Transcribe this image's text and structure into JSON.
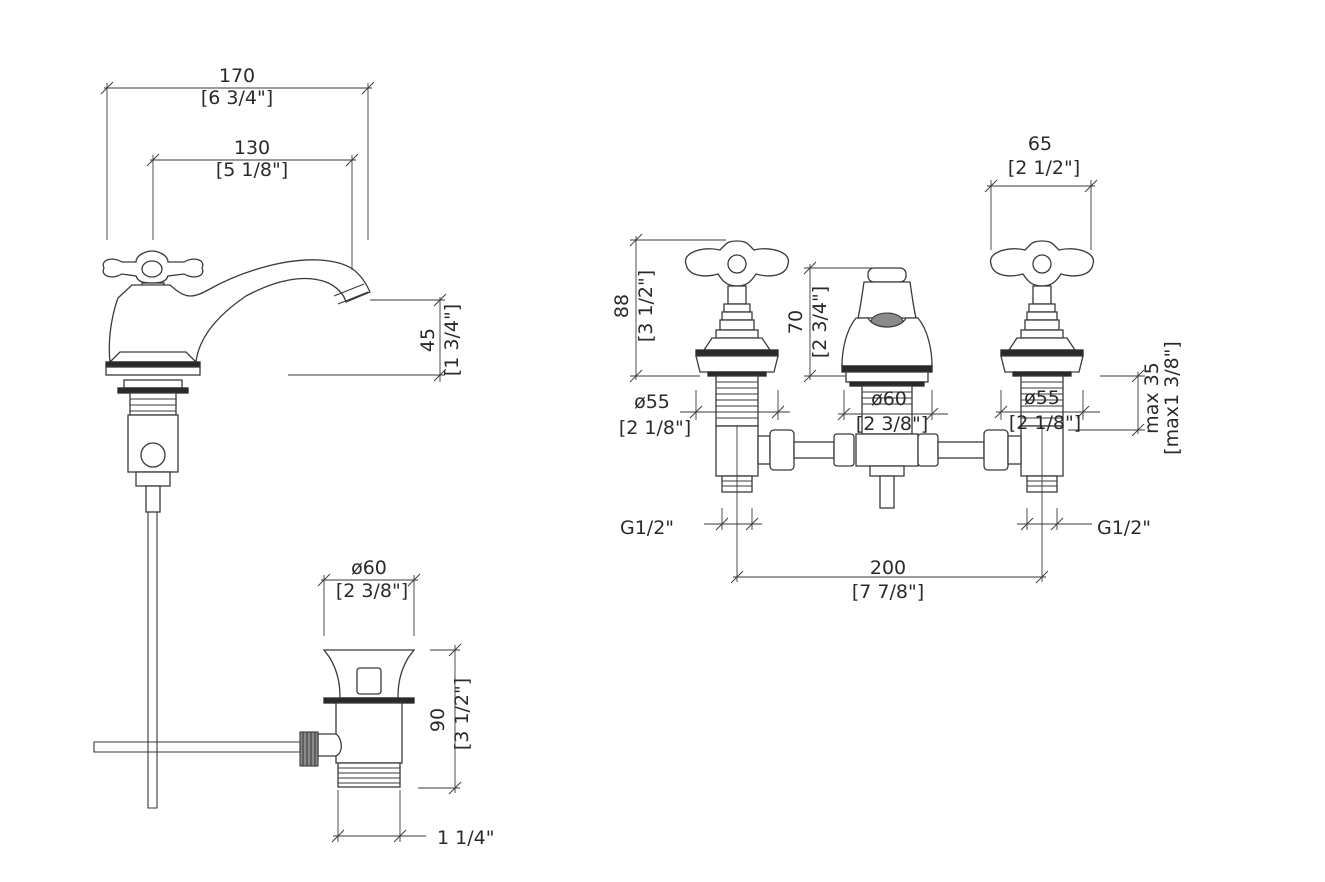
{
  "side_view": {
    "overall_width": {
      "mm": "170",
      "inch": "[6 3/4\"]"
    },
    "spout_reach": {
      "mm": "130",
      "inch": "[5 1/8\"]"
    },
    "spout_height": {
      "mm": "45",
      "inch": "[1 3/4\"]"
    }
  },
  "front_view": {
    "handle_width": {
      "mm": "65",
      "inch": "[2 1/2\"]"
    },
    "handle_height": {
      "mm": "88",
      "inch": "[3 1/2\"]"
    },
    "spout_height": {
      "mm": "70",
      "inch": "[2 3/4\"]"
    },
    "left_base_diameter": {
      "mm": "ø55",
      "inch": "[2 1/8\"]"
    },
    "spout_base_diameter": {
      "mm": "ø60",
      "inch": "[2 3/8\"]"
    },
    "right_base_diameter": {
      "mm": "ø55",
      "inch": "[2 1/8\"]"
    },
    "deck_thickness": {
      "mm": "max 35",
      "inch": "[max1 3/8\"]"
    },
    "left_connection": "G1/2\"",
    "right_connection": "G1/2\"",
    "center_distance": {
      "mm": "200",
      "inch": "[7 7/8\"]"
    }
  },
  "waste_view": {
    "diameter": {
      "mm": "ø60",
      "inch": "[2 3/8\"]"
    },
    "height": {
      "mm": "90",
      "inch": "[3 1/2\"]"
    },
    "thread": "1 1/4\""
  }
}
